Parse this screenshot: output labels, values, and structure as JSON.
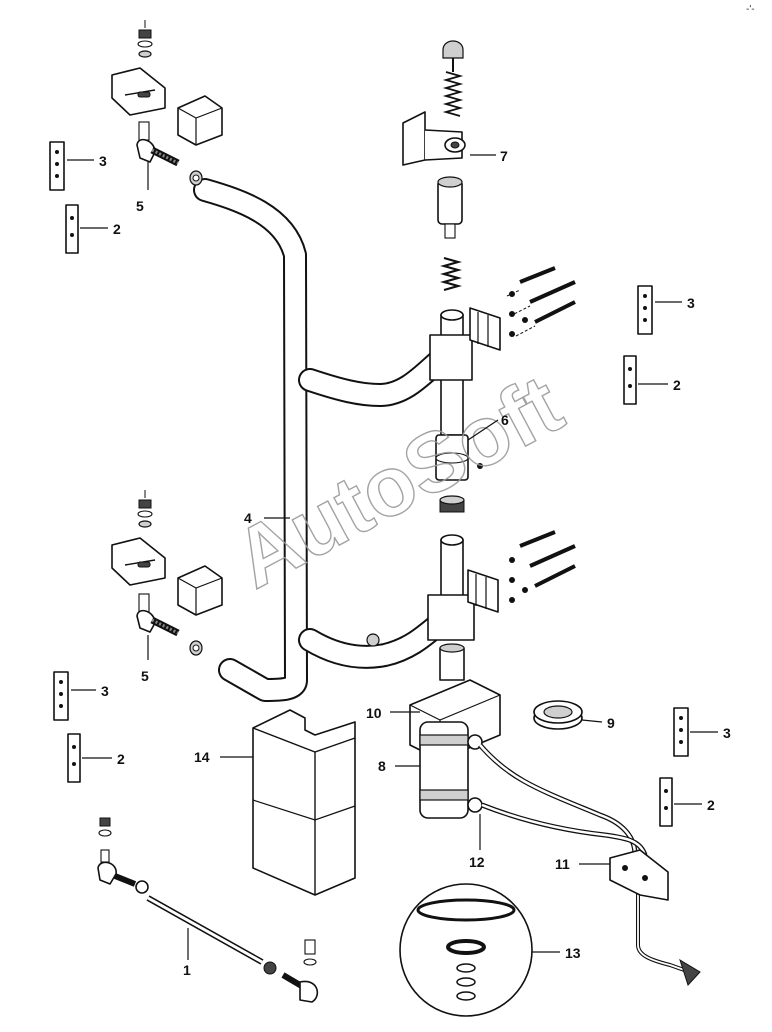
{
  "watermark": "AutoSoft",
  "corner_mark": "-'-",
  "callouts": [
    {
      "id": "c1",
      "label": "1"
    },
    {
      "id": "c2a",
      "label": "2"
    },
    {
      "id": "c2b",
      "label": "2"
    },
    {
      "id": "c2c",
      "label": "2"
    },
    {
      "id": "c2d",
      "label": "2"
    },
    {
      "id": "c3a",
      "label": "3"
    },
    {
      "id": "c3b",
      "label": "3"
    },
    {
      "id": "c3c",
      "label": "3"
    },
    {
      "id": "c3d",
      "label": "3"
    },
    {
      "id": "c4",
      "label": "4"
    },
    {
      "id": "c5a",
      "label": "5"
    },
    {
      "id": "c5b",
      "label": "5"
    },
    {
      "id": "c6",
      "label": "6"
    },
    {
      "id": "c7",
      "label": "7"
    },
    {
      "id": "c8",
      "label": "8"
    },
    {
      "id": "c9",
      "label": "9"
    },
    {
      "id": "c10",
      "label": "10"
    },
    {
      "id": "c11",
      "label": "11"
    },
    {
      "id": "c12",
      "label": "12"
    },
    {
      "id": "c13",
      "label": "13"
    },
    {
      "id": "c14",
      "label": "14"
    }
  ]
}
